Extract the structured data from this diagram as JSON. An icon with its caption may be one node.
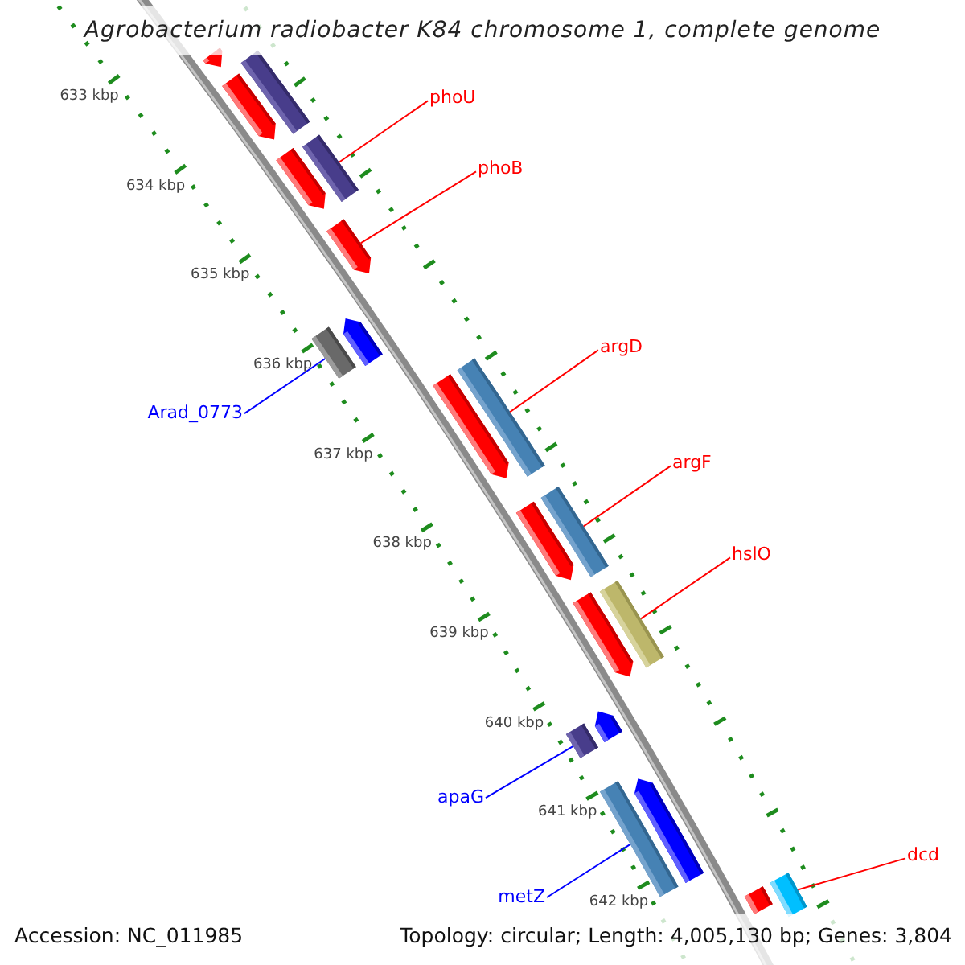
{
  "diagram": {
    "title": "Agrobacterium radiobacter K84 chromosome 1, complete genome",
    "nodes": [
      {
        "text": [
          "phoU"
        ]
      },
      {
        "text": [
          "phoB"
        ]
      },
      {
        "text": [
          "argD"
        ]
      },
      {
        "text": [
          "Arad_0773"
        ]
      },
      {
        "text": [
          "argF"
        ]
      },
      {
        "text": [
          "hslO"
        ]
      },
      {
        "text": [
          "apaG"
        ]
      },
      {
        "text": [
          "dcd"
        ]
      },
      {
        "text": [
          "metZ"
        ]
      },
      {
        "text": [],
        "shape": "bar"
      },
      {
        "text": [],
        "shape": "bar"
      },
      {
        "text": [],
        "shape": "bar"
      },
      {
        "text": [],
        "shape": "bar"
      },
      {
        "text": [],
        "shape": "bar"
      },
      {
        "text": [],
        "shape": "bar"
      },
      {
        "text": [],
        "shape": "bar"
      },
      {
        "text": [],
        "shape": "bar"
      },
      {
        "text": [],
        "shape": "bar"
      }
    ],
    "edges": [
      {
        "from": 0,
        "to": 9,
        "arrow": "none"
      },
      {
        "from": 1,
        "to": 10,
        "arrow": "none"
      },
      {
        "from": 2,
        "to": 11,
        "arrow": "none"
      },
      {
        "from": 3,
        "to": 12,
        "arrow": "none",
        "color": "#0000ff"
      },
      {
        "from": 4,
        "to": 13,
        "arrow": "none"
      },
      {
        "from": 5,
        "to": 14,
        "arrow": "none"
      },
      {
        "from": 6,
        "to": 15,
        "arrow": "none",
        "color": "#0000ff"
      },
      {
        "from": 7,
        "to": 16,
        "arrow": "none"
      },
      {
        "from": 8,
        "to": 17,
        "arrow": "none",
        "color": "#0000ff"
      }
    ],
    "labels": [
      "633 kbp",
      "634 kbp",
      "635 kbp",
      "636 kbp",
      "637 kbp",
      "638 kbp",
      "639 kbp",
      "640 kbp",
      "641 kbp",
      "642 kbp",
      "Accession: NC_011985",
      "Topology: circular; Length: 4,005,130 bp; Genes: 3,804"
    ]
  }
}
